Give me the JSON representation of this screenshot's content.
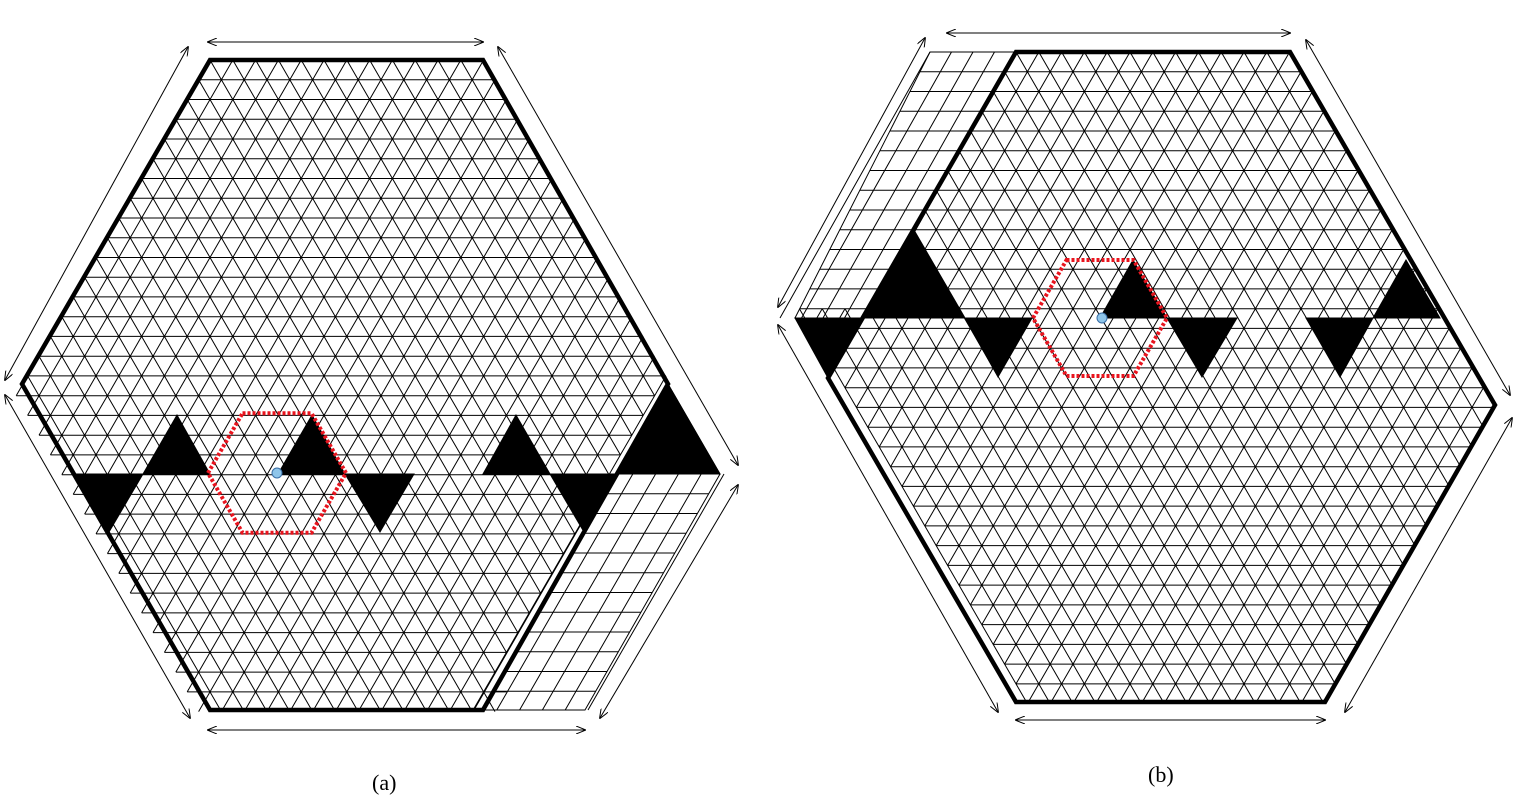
{
  "figure": {
    "panels": [
      {
        "id": "a",
        "caption": "(a)"
      },
      {
        "id": "b",
        "caption": "(b)"
      }
    ]
  },
  "colors": {
    "lattice": "#000000",
    "boundary": "#000000",
    "removed_triangle": "#000000",
    "dotted_hexagon": "#e8141e",
    "marker": "#8ec5ea"
  }
}
